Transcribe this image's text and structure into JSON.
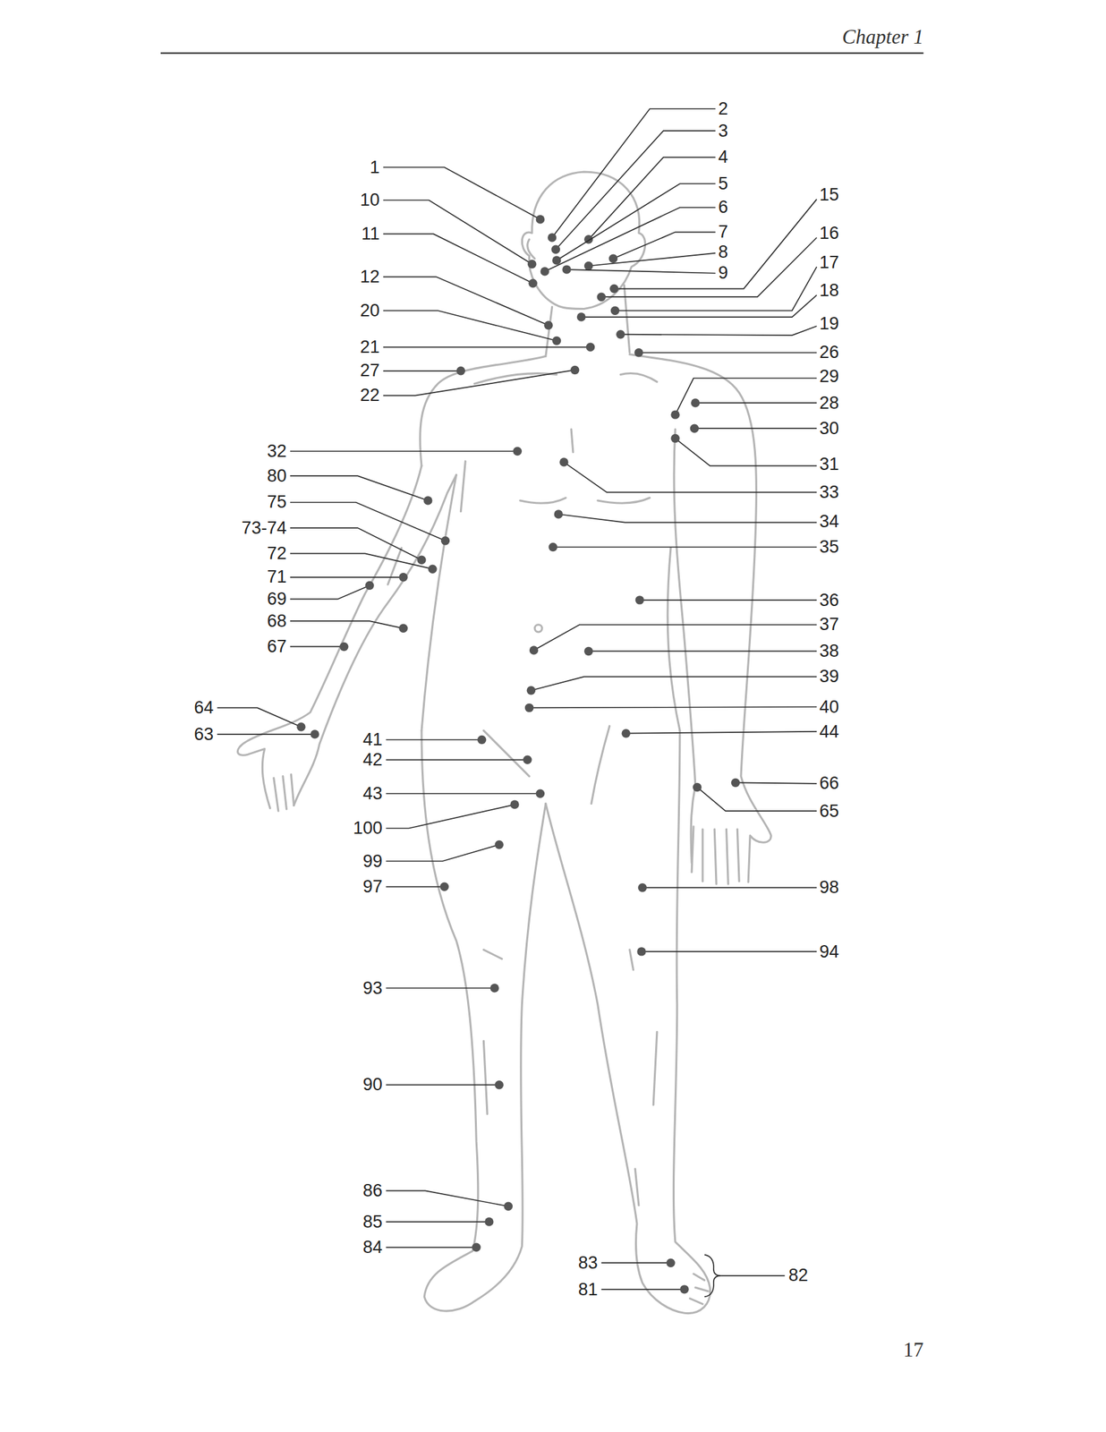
{
  "diagram": {
    "labels": [
      "Chapter 1",
      "1",
      "10",
      "11",
      "12",
      "20",
      "21",
      "27",
      "22",
      "32",
      "80",
      "75",
      "73-74",
      "72",
      "71",
      "69",
      "68",
      "67",
      "64",
      "63",
      "41",
      "42",
      "43",
      "100",
      "99",
      "97",
      "93",
      "90",
      "86",
      "85",
      "84",
      "83",
      "81",
      "2",
      "3",
      "4",
      "5",
      "6",
      "7",
      "8",
      "9",
      "15",
      "16",
      "17",
      "18",
      "19",
      "26",
      "29",
      "28",
      "30",
      "31",
      "33",
      "34",
      "35",
      "36",
      "37",
      "38",
      "39",
      "40",
      "44",
      "66",
      "65",
      "98",
      "94",
      "82",
      "17"
    ]
  }
}
